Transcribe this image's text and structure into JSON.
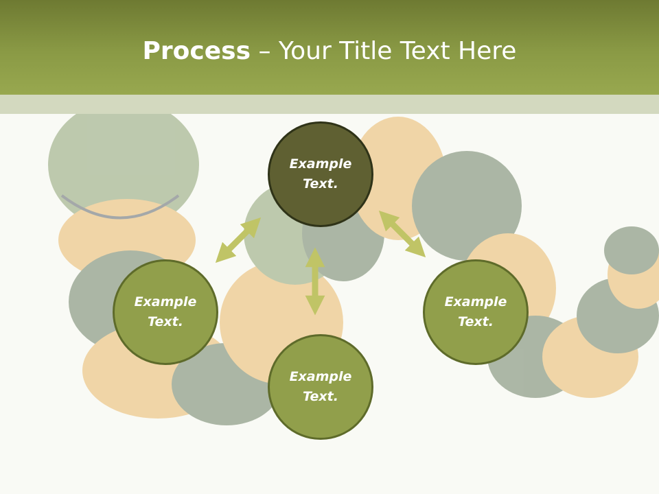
{
  "slide": {
    "title_bold": "Process",
    "title_rest": " – Your Title Text Here"
  },
  "nodes": [
    {
      "id": "top",
      "text": "Example\nText.",
      "fill": "#5f6032"
    },
    {
      "id": "left",
      "text": "Example\nText.",
      "fill": "#919f4b"
    },
    {
      "id": "right",
      "text": "Example\nText.",
      "fill": "#919f4b"
    },
    {
      "id": "bottom",
      "text": "Example\nText.",
      "fill": "#919f4b"
    }
  ],
  "colors": {
    "header": "#8a9a45",
    "band": "#d3d9bf",
    "arrow": "#c0c466",
    "node_border": "#5e6b2a"
  },
  "background": {
    "subject": "caterpillar-illustration"
  }
}
